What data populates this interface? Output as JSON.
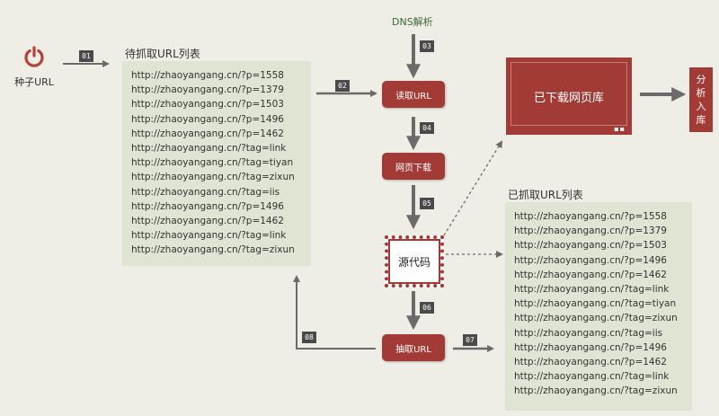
{
  "seed": {
    "icon": "power-icon",
    "label": "种子URL"
  },
  "dns": {
    "label": "DNS解析"
  },
  "pending": {
    "title": "待抓取URL列表",
    "urls": [
      "http://zhaoyangang.cn/?p=1558",
      "http://zhaoyangang.cn/?p=1379",
      "http://zhaoyangang.cn/?p=1503",
      "http://zhaoyangang.cn/?p=1496",
      "http://zhaoyangang.cn/?p=1462",
      "http://zhaoyangang.cn/?tag=link",
      "http://zhaoyangang.cn/?tag=tiyan",
      "http://zhaoyangang.cn/?tag=zixun",
      "http://zhaoyangang.cn/?tag=iis",
      "http://zhaoyangang.cn/?p=1496",
      "http://zhaoyangang.cn/?p=1462",
      "http://zhaoyangang.cn/?tag=link",
      "http://zhaoyangang.cn/?tag=zixun"
    ]
  },
  "crawled": {
    "title": "已抓取URL列表",
    "urls": [
      "http://zhaoyangang.cn/?p=1558",
      "http://zhaoyangang.cn/?p=1379",
      "http://zhaoyangang.cn/?p=1503",
      "http://zhaoyangang.cn/?p=1496",
      "http://zhaoyangang.cn/?p=1462",
      "http://zhaoyangang.cn/?tag=link",
      "http://zhaoyangang.cn/?tag=tiyan",
      "http://zhaoyangang.cn/?tag=zixun",
      "http://zhaoyangang.cn/?tag=iis",
      "http://zhaoyangang.cn/?p=1496",
      "http://zhaoyangang.cn/?p=1462",
      "http://zhaoyangang.cn/?tag=link",
      "http://zhaoyangang.cn/?tag=zixun"
    ]
  },
  "nodes": {
    "read_url": "读取URL",
    "download": "网页下载",
    "source": "源代码",
    "extract": "抽取URL",
    "library": "已下载网页库",
    "analyze": [
      "分",
      "析",
      "入",
      "库"
    ]
  },
  "steps": [
    "01",
    "02",
    "03",
    "04",
    "05",
    "06",
    "07",
    "08"
  ],
  "colors": {
    "accent": "#a23b36",
    "panel": "#dfe5d2",
    "arrow": "#6b6b6b",
    "background": "#eeede6"
  }
}
